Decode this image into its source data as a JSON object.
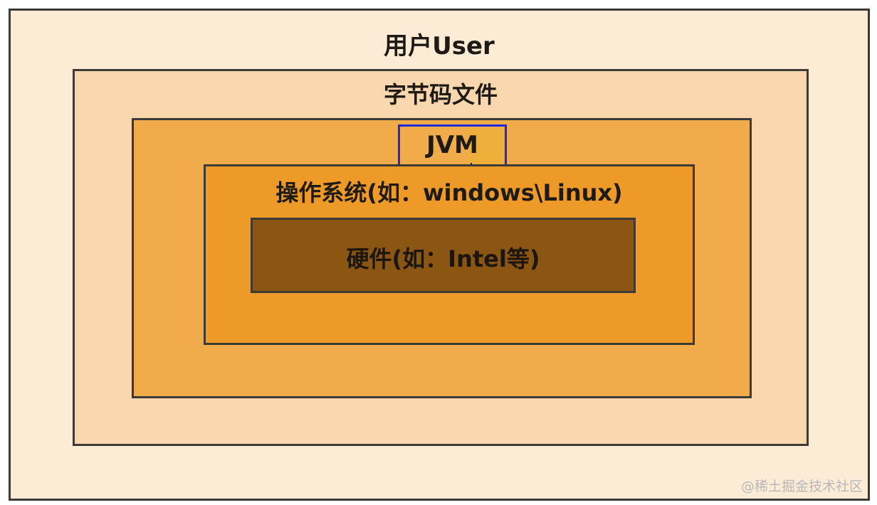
{
  "diagram": {
    "layers": {
      "user": "用户User",
      "bytecode": "字节码文件",
      "jvm": "JVM",
      "os": "操作系统(如：windows\\Linux)",
      "hardware": "硬件(如：Intel等)"
    },
    "colors": {
      "user_bg": "#fcecd6",
      "bytecode_bg": "#f8d7ae",
      "jvm_bg": "#f0ab4b",
      "os_bg": "#ed9a29",
      "hardware_bg": "#8b5513",
      "border": "#3d3a36",
      "highlight": "#1c2bd8"
    },
    "cursor_icon": "crosshair-cursor-icon"
  },
  "watermark": "@稀土掘金技术社区"
}
